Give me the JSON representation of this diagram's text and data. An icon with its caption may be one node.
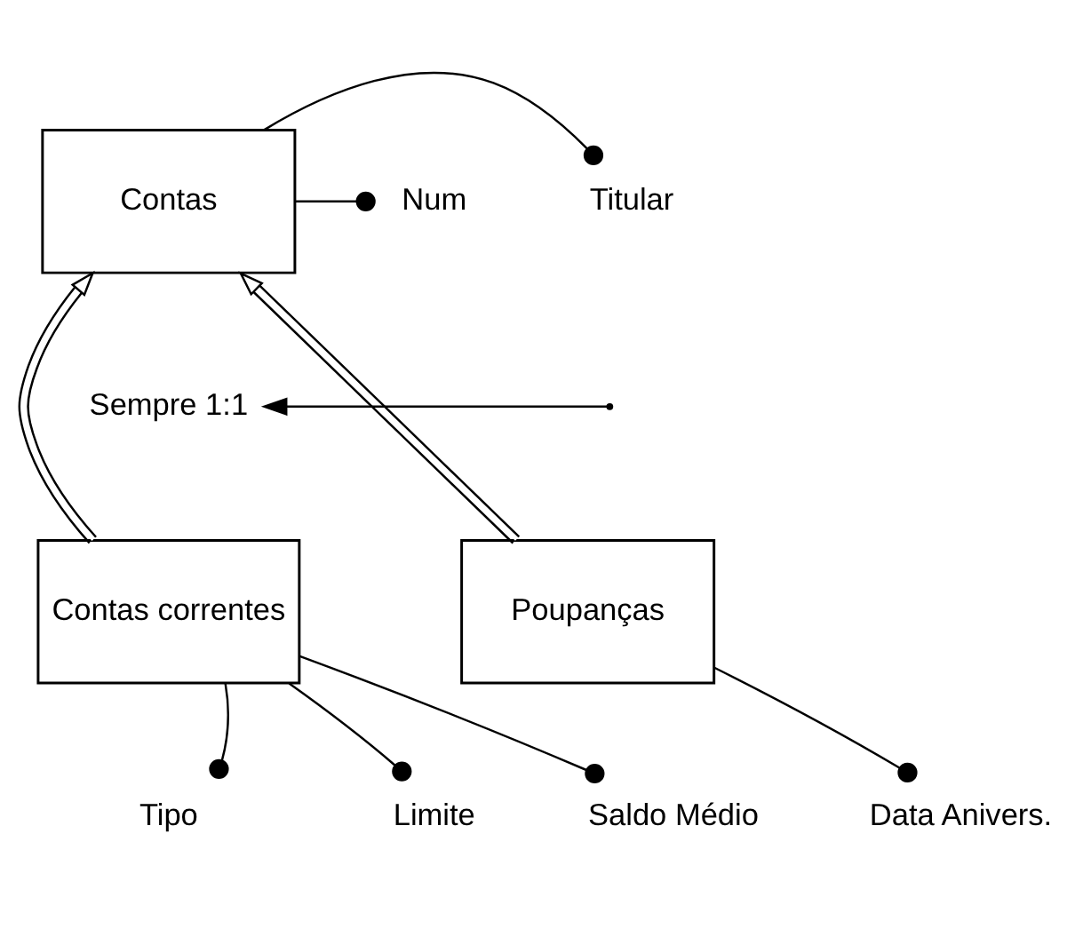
{
  "diagram": {
    "nodes": [
      {
        "text": [
          "Contas"
        ]
      },
      {
        "text": [
          "Num"
        ]
      },
      {
        "text": [
          "Titular"
        ]
      },
      {
        "text": [
          "Contas correntes"
        ]
      },
      {
        "text": [
          "Poupanças"
        ]
      },
      {
        "text": [
          "Tipo"
        ]
      },
      {
        "text": [
          "Limite"
        ]
      },
      {
        "text": [
          "Saldo Médio"
        ]
      },
      {
        "text": [
          "Data Anivers."
        ]
      },
      {
        "text": [
          "Sempre 1:1"
        ]
      }
    ],
    "edges": [
      {
        "from": 0,
        "to": 1,
        "arrow": "other"
      },
      {
        "from": 0,
        "to": 2,
        "arrow": "other"
      },
      {
        "from": 3,
        "to": 0,
        "arrow": "to"
      },
      {
        "from": 4,
        "to": 0,
        "arrow": "to"
      },
      {
        "from": null,
        "to": 9,
        "arrow": "to"
      },
      {
        "from": 3,
        "to": 5,
        "arrow": "other"
      },
      {
        "from": 3,
        "to": 6,
        "arrow": "other"
      },
      {
        "from": 3,
        "to": 7,
        "arrow": "other"
      },
      {
        "from": 4,
        "to": 8,
        "arrow": "other"
      }
    ]
  }
}
